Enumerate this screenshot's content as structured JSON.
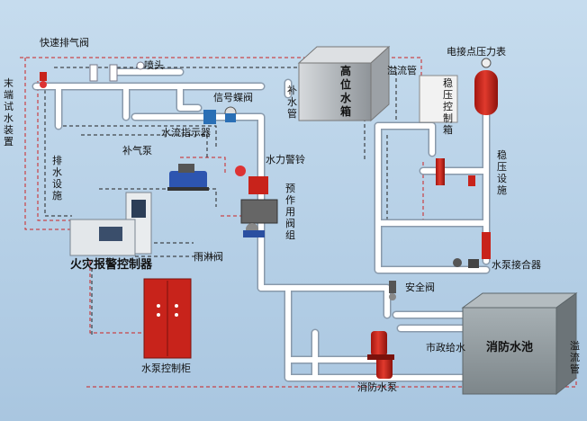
{
  "labels": {
    "quick_vent_valve": "快速排气阀",
    "sprinkler_head": "喷头",
    "end_test_device": "末端试水装置",
    "drain_facility": "排水设施",
    "signal_butterfly_valve": "信号蝶阀",
    "water_flow_indicator": "水流指示器",
    "air_pump": "补气泵",
    "water_alarm_bell": "水力警铃",
    "preaction_valve_group": "预作用阀组",
    "fire_alarm_controller": "火灾报警控制器",
    "deluge_valve": "雨淋阀",
    "pump_control_cabinet": "水泵控制柜",
    "makeup_water_pipe": "补水管",
    "high_water_tank": "高位水箱",
    "overflow_pipe_top": "溢流管",
    "pressure_gauge": "电接点压力表",
    "stabilizer_tank": "稳压控制箱",
    "stabilizer_facility": "稳压设施",
    "pump_adapter": "水泵接合器",
    "safety_valve": "安全阀",
    "municipal_water": "市政给水",
    "fire_pool": "消防水池",
    "overflow_pipe_right": "溢流管",
    "fire_pump": "消防水泵"
  },
  "colors": {
    "pipe": "#ffffff",
    "pipe_edge": "#8a9aab",
    "signal_line": "#cc2222",
    "wire_line": "#222222",
    "pump_red": "#d42a1e",
    "cabinet_red": "#c8231b",
    "tank_steel": "#b8bcc0",
    "pool_gray": "#8f989c"
  }
}
